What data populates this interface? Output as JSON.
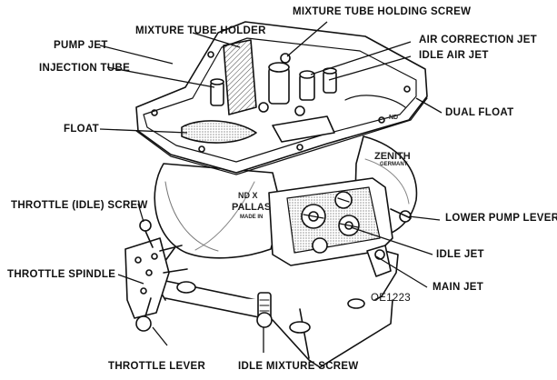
{
  "labels": {
    "mixture_tube_holding_screw": "MIXTURE TUBE HOLDING SCREW",
    "mixture_tube_holder": "MIXTURE TUBE HOLDER",
    "air_correction_jet": "AIR CORRECTION JET",
    "idle_air_jet": "IDLE AIR JET",
    "pump_jet": "PUMP JET",
    "injection_tube": "INJECTION TUBE",
    "dual_float": "DUAL FLOAT",
    "float": "FLOAT",
    "throttle_idle_screw": "THROTTLE (IDLE) SCREW",
    "lower_pump_lever": "LOWER PUMP LEVER",
    "idle_jet": "IDLE JET",
    "throttle_spindle": "THROTTLE SPINDLE",
    "main_jet": "MAIN JET",
    "figure_code": "OE1223",
    "throttle_lever": "THROTTLE LEVER",
    "idle_mixture_screw": "IDLE MIXTURE SCREW"
  },
  "body_markings": {
    "zenith": "ZENITH",
    "germany": "GERMANY",
    "nd": "ND",
    "nd_x": "ND X",
    "pallas": "PALLAS",
    "made_in": "MADE IN"
  },
  "colors": {
    "ink": "#111111",
    "paper": "#ffffff",
    "shade": "#8a8a8a"
  }
}
